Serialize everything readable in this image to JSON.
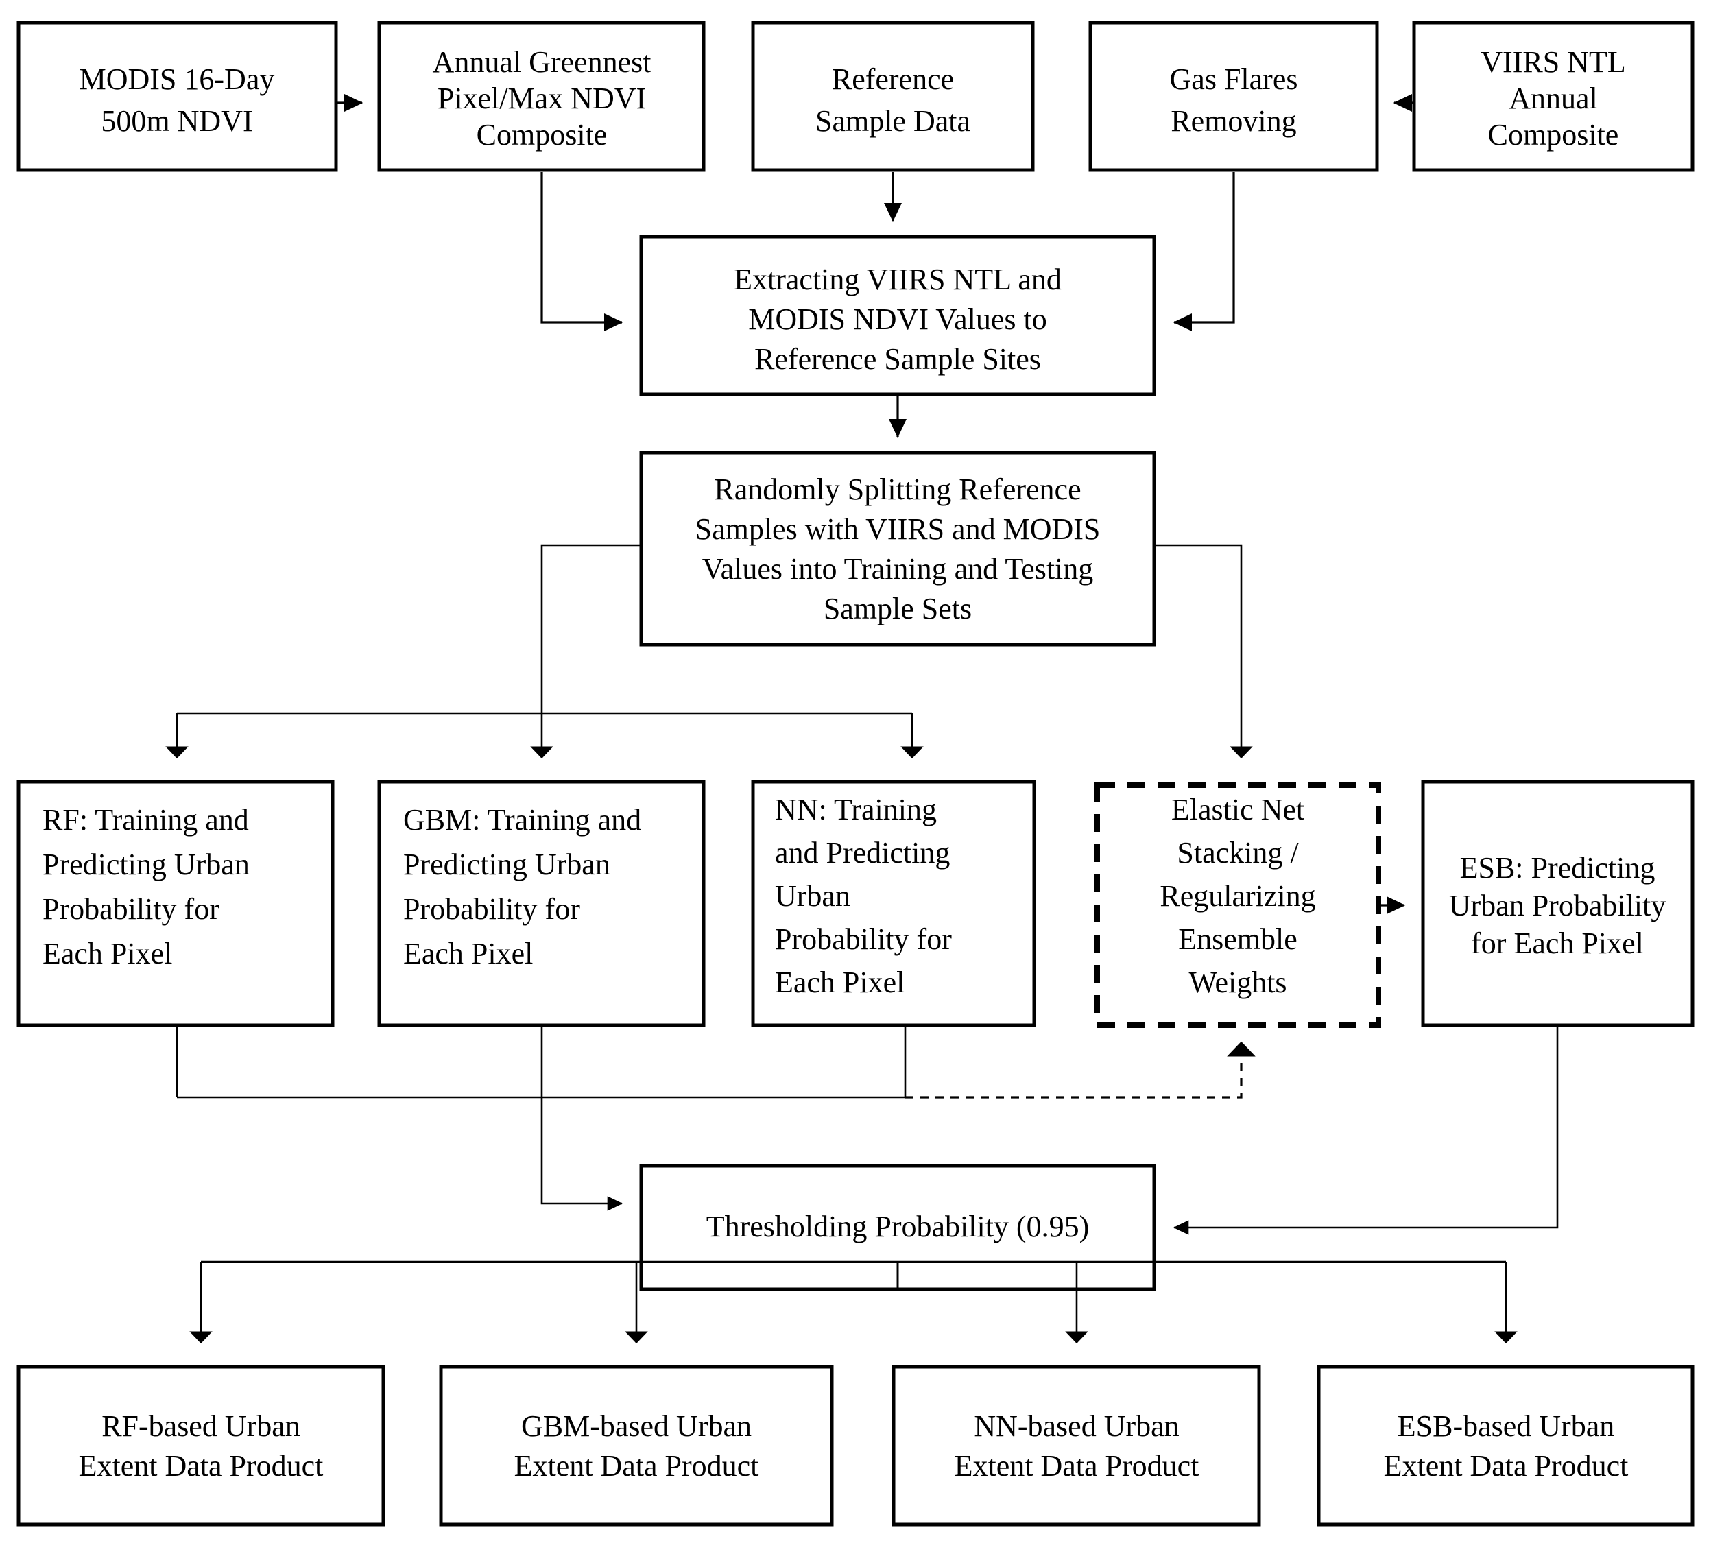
{
  "diagram": {
    "title": "Urban Extent Mapping Workflow Flowchart",
    "type": "flowchart",
    "colors": {
      "background": "#ffffff",
      "box_stroke": "#000000",
      "connector": "#000000",
      "text": "#000000"
    },
    "nodes": {
      "modis_ndvi": {
        "id": "modis-16day-500m-ndvi",
        "lines": [
          "MODIS 16-Day",
          "500m NDVI"
        ],
        "style": "solid"
      },
      "annual_composite": {
        "id": "annual-greennest-pixel-max-ndvi-composite",
        "lines": [
          "Annual Greennest",
          "Pixel/Max NDVI",
          "Composite"
        ],
        "style": "solid"
      },
      "reference_sample": {
        "id": "reference-sample-data",
        "lines": [
          "Reference",
          "Sample Data"
        ],
        "style": "solid"
      },
      "gas_flares": {
        "id": "gas-flares-removing",
        "lines": [
          "Gas Flares",
          "Removing"
        ],
        "style": "solid"
      },
      "viirs_ntl": {
        "id": "viirs-ntl-annual-composite",
        "lines": [
          "VIIRS NTL",
          "Annual",
          "Composite"
        ],
        "style": "solid"
      },
      "extracting": {
        "id": "extracting-viirs-ntl-and-modis-ndvi-values",
        "lines": [
          "Extracting VIIRS NTL  and",
          "MODIS NDVI Values to",
          "Reference Sample Sites"
        ],
        "style": "solid"
      },
      "splitting": {
        "id": "randomly-splitting-reference-samples",
        "lines": [
          "Randomly Splitting Reference",
          "Samples with VIIRS and MODIS",
          "Values into Training and Testing",
          "Sample Sets"
        ],
        "style": "solid"
      },
      "rf": {
        "id": "rf-training-and-predicting",
        "lines": [
          "RF: Training and",
          "Predicting Urban",
          "Probability for",
          "Each Pixel"
        ],
        "style": "solid"
      },
      "gbm": {
        "id": "gbm-training-and-predicting",
        "lines": [
          "GBM: Training and",
          "Predicting Urban",
          "Probability for",
          "Each Pixel"
        ],
        "style": "solid"
      },
      "nn": {
        "id": "nn-training-and-predicting",
        "lines": [
          "NN: Training",
          "and Predicting",
          "Urban",
          "Probability for",
          "Each Pixel"
        ],
        "style": "solid"
      },
      "elastic_net": {
        "id": "elastic-net-stacking-regularizing-ensemble-weights",
        "lines": [
          "Elastic Net",
          "Stacking /",
          "Regularizing",
          "Ensemble",
          "Weights"
        ],
        "style": "dashed"
      },
      "esb": {
        "id": "esb-predicting-urban-probability",
        "lines": [
          "ESB: Predicting",
          "Urban Probability",
          "for Each Pixel"
        ],
        "style": "solid"
      },
      "threshold": {
        "id": "thresholding-probability",
        "lines": [
          "Thresholding Probability (0.95)"
        ],
        "style": "solid",
        "threshold_value": "0.95"
      },
      "rf_product": {
        "id": "rf-based-urban-extent-data-product",
        "lines": [
          "RF-based Urban",
          "Extent Data Product"
        ],
        "style": "solid"
      },
      "gbm_product": {
        "id": "gbm-based-urban-extent-data-product",
        "lines": [
          "GBM-based Urban",
          "Extent Data Product"
        ],
        "style": "solid"
      },
      "nn_product": {
        "id": "nn-based-urban-extent-data-product",
        "lines": [
          "NN-based Urban",
          "Extent Data Product"
        ],
        "style": "solid"
      },
      "esb_product": {
        "id": "esb-based-urban-extent-data-product",
        "lines": [
          "ESB-based Urban",
          "Extent Data Product"
        ],
        "style": "solid"
      }
    },
    "edges": [
      {
        "from": "modis_ndvi",
        "to": "annual_composite",
        "style": "solid"
      },
      {
        "from": "viirs_ntl",
        "to": "gas_flares",
        "style": "solid"
      },
      {
        "from": "annual_composite",
        "to": "extracting",
        "style": "solid"
      },
      {
        "from": "reference_sample",
        "to": "extracting",
        "style": "solid"
      },
      {
        "from": "gas_flares",
        "to": "extracting",
        "style": "solid"
      },
      {
        "from": "extracting",
        "to": "splitting",
        "style": "solid"
      },
      {
        "from": "splitting",
        "to": "rf",
        "style": "solid"
      },
      {
        "from": "splitting",
        "to": "gbm",
        "style": "solid"
      },
      {
        "from": "splitting",
        "to": "nn",
        "style": "solid"
      },
      {
        "from": "splitting",
        "to": "elastic_net",
        "style": "solid"
      },
      {
        "from": "elastic_net",
        "to": "esb",
        "style": "solid"
      },
      {
        "from": "rf",
        "to": "threshold",
        "style": "solid"
      },
      {
        "from": "gbm",
        "to": "threshold",
        "style": "solid"
      },
      {
        "from": "nn",
        "to": "threshold",
        "style": "solid"
      },
      {
        "from": "nn",
        "to": "elastic_net",
        "style": "dashed"
      },
      {
        "from": "esb",
        "to": "threshold",
        "style": "solid"
      },
      {
        "from": "threshold",
        "to": "rf_product",
        "style": "solid"
      },
      {
        "from": "threshold",
        "to": "gbm_product",
        "style": "solid"
      },
      {
        "from": "threshold",
        "to": "nn_product",
        "style": "solid"
      },
      {
        "from": "threshold",
        "to": "esb_product",
        "style": "solid"
      }
    ]
  }
}
